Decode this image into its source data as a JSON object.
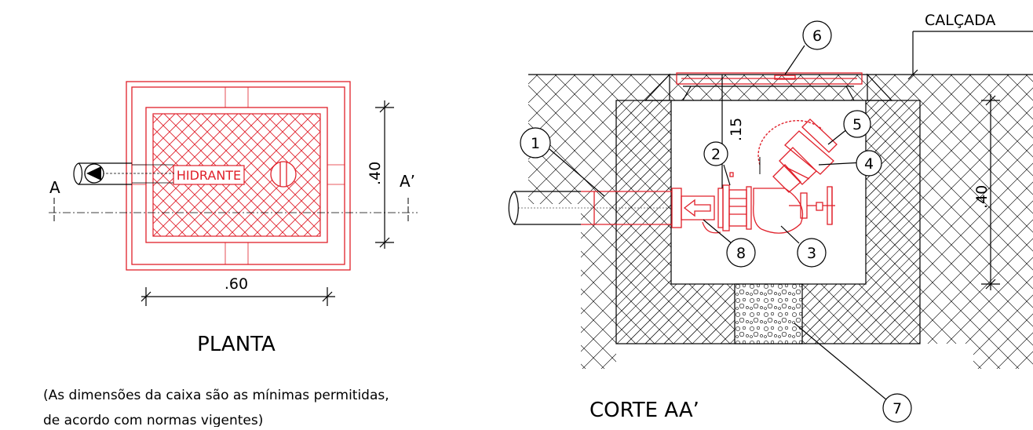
{
  "plan": {
    "label_a": "A",
    "label_a_prime": "A’",
    "hydrant_label": "HIDRANTE",
    "dim_width": ".60",
    "dim_height": ".40",
    "title": "PLANTA",
    "note_line1": "(As dimensões da caixa são as mínimas permitidas,",
    "note_line2": "de acordo com normas vigentes)"
  },
  "section": {
    "title": "CORTE  AA’",
    "sidewalk_label": "CALÇADA",
    "dim_depth": ".40",
    "dim_top": ".15",
    "callouts": [
      "1",
      "2",
      "3",
      "4",
      "5",
      "6",
      "7",
      "8"
    ]
  },
  "colors": {
    "drawing": "#000000",
    "hydrant": "#e0202a"
  }
}
